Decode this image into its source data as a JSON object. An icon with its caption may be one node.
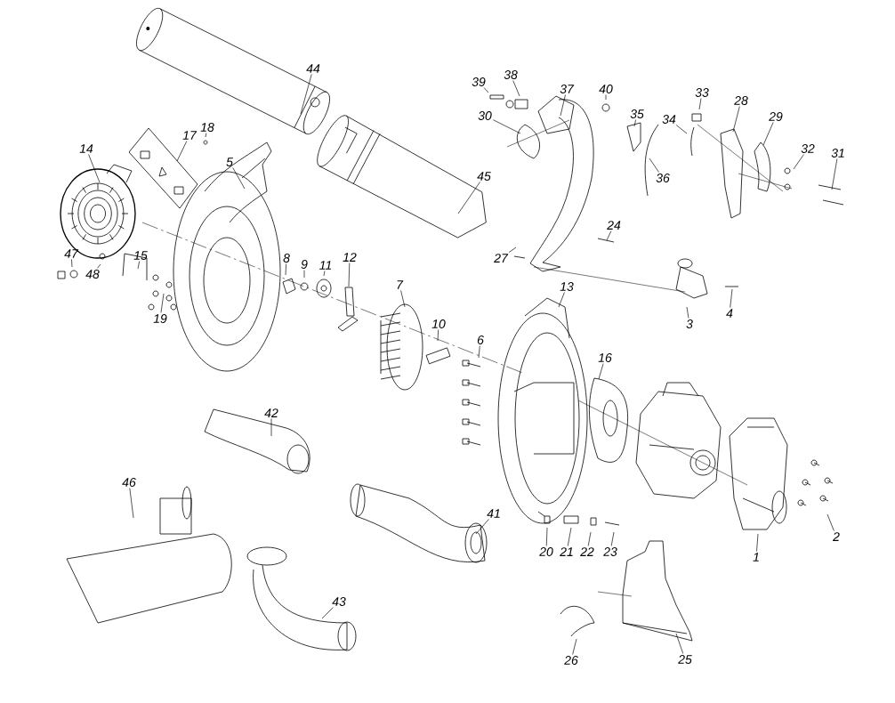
{
  "diagram": {
    "nodes": [
      {
        "text": [
          "44"
        ]
      },
      {
        "text": [
          "39"
        ]
      },
      {
        "text": [
          "38"
        ]
      },
      {
        "text": [
          "37"
        ]
      },
      {
        "text": [
          "40"
        ]
      },
      {
        "text": [
          "33"
        ]
      },
      {
        "text": [
          "35"
        ]
      },
      {
        "text": [
          "34"
        ]
      },
      {
        "text": [
          "28"
        ]
      },
      {
        "text": [
          "30"
        ]
      },
      {
        "text": [
          "29"
        ]
      },
      {
        "text": [
          "18"
        ]
      },
      {
        "text": [
          "17"
        ]
      },
      {
        "text": [
          "14"
        ]
      },
      {
        "text": [
          "32"
        ]
      },
      {
        "text": [
          "31"
        ]
      },
      {
        "text": [
          "5"
        ]
      },
      {
        "text": [
          "45"
        ]
      },
      {
        "text": [
          "36"
        ]
      },
      {
        "text": [
          "24"
        ]
      },
      {
        "text": [
          "47"
        ]
      },
      {
        "text": [
          "15"
        ]
      },
      {
        "text": [
          "27"
        ]
      },
      {
        "text": [
          "8"
        ]
      },
      {
        "text": [
          "12"
        ]
      },
      {
        "text": [
          "9"
        ]
      },
      {
        "text": [
          "11"
        ]
      },
      {
        "text": [
          "48"
        ]
      },
      {
        "text": [
          "7"
        ]
      },
      {
        "text": [
          "13"
        ]
      },
      {
        "text": [
          "4"
        ]
      },
      {
        "text": [
          "19"
        ]
      },
      {
        "text": [
          "10"
        ]
      },
      {
        "text": [
          "3"
        ]
      },
      {
        "text": [
          "6"
        ]
      },
      {
        "text": [
          "16"
        ]
      },
      {
        "text": [
          "42"
        ]
      },
      {
        "text": [
          "46"
        ]
      },
      {
        "text": [
          "41"
        ]
      },
      {
        "text": [
          "2"
        ]
      },
      {
        "text": [
          "20"
        ]
      },
      {
        "text": [
          "21"
        ]
      },
      {
        "text": [
          "22"
        ]
      },
      {
        "text": [
          "23"
        ]
      },
      {
        "text": [
          "1"
        ]
      },
      {
        "text": [
          "43"
        ]
      },
      {
        "text": [
          "25"
        ]
      },
      {
        "text": [
          "26"
        ]
      }
    ],
    "edges": [
      {
        "from": 0,
        "to": null,
        "arrow": "none"
      },
      {
        "from": 1,
        "to": null,
        "arrow": "none"
      },
      {
        "from": 2,
        "to": null,
        "arrow": "none"
      },
      {
        "from": 3,
        "to": null,
        "arrow": "none"
      },
      {
        "from": 4,
        "to": null,
        "arrow": "none"
      },
      {
        "from": 5,
        "to": null,
        "arrow": "none"
      },
      {
        "from": 6,
        "to": null,
        "arrow": "none"
      },
      {
        "from": 7,
        "to": null,
        "arrow": "none"
      },
      {
        "from": 8,
        "to": null,
        "arrow": "none"
      },
      {
        "from": 9,
        "to": null,
        "arrow": "none"
      },
      {
        "from": 10,
        "to": null,
        "arrow": "none"
      },
      {
        "from": 11,
        "to": null,
        "arrow": "none"
      },
      {
        "from": 12,
        "to": null,
        "arrow": "none"
      },
      {
        "from": 13,
        "to": null,
        "arrow": "none"
      },
      {
        "from": 14,
        "to": null,
        "arrow": "none"
      },
      {
        "from": 15,
        "to": null,
        "arrow": "none"
      },
      {
        "from": 16,
        "to": null,
        "arrow": "none"
      },
      {
        "from": 17,
        "to": null,
        "arrow": "none"
      },
      {
        "from": 18,
        "to": null,
        "arrow": "none"
      },
      {
        "from": 19,
        "to": null,
        "arrow": "none"
      },
      {
        "from": 20,
        "to": null,
        "arrow": "none"
      },
      {
        "from": 21,
        "to": null,
        "arrow": "none"
      },
      {
        "from": 22,
        "to": null,
        "arrow": "none"
      },
      {
        "from": 23,
        "to": null,
        "arrow": "none"
      },
      {
        "from": 24,
        "to": null,
        "arrow": "none"
      },
      {
        "from": 25,
        "to": null,
        "arrow": "none"
      },
      {
        "from": 26,
        "to": null,
        "arrow": "none"
      },
      {
        "from": 27,
        "to": null,
        "arrow": "none"
      },
      {
        "from": 28,
        "to": null,
        "arrow": "none"
      },
      {
        "from": 29,
        "to": null,
        "arrow": "none"
      },
      {
        "from": 30,
        "to": null,
        "arrow": "none"
      },
      {
        "from": 31,
        "to": null,
        "arrow": "none"
      },
      {
        "from": 32,
        "to": null,
        "arrow": "none"
      },
      {
        "from": 33,
        "to": null,
        "arrow": "none"
      },
      {
        "from": 34,
        "to": null,
        "arrow": "none"
      },
      {
        "from": 35,
        "to": null,
        "arrow": "none"
      },
      {
        "from": 36,
        "to": null,
        "arrow": "none"
      },
      {
        "from": 37,
        "to": null,
        "arrow": "none"
      },
      {
        "from": 38,
        "to": null,
        "arrow": "none"
      },
      {
        "from": 39,
        "to": null,
        "arrow": "none"
      },
      {
        "from": 40,
        "to": null,
        "arrow": "none"
      },
      {
        "from": 41,
        "to": null,
        "arrow": "none"
      },
      {
        "from": 42,
        "to": null,
        "arrow": "none"
      },
      {
        "from": 43,
        "to": null,
        "arrow": "none"
      },
      {
        "from": 44,
        "to": null,
        "arrow": "none"
      },
      {
        "from": 45,
        "to": null,
        "arrow": "none"
      },
      {
        "from": 46,
        "to": null,
        "arrow": "none"
      },
      {
        "from": 47,
        "to": null,
        "arrow": "none"
      }
    ]
  }
}
